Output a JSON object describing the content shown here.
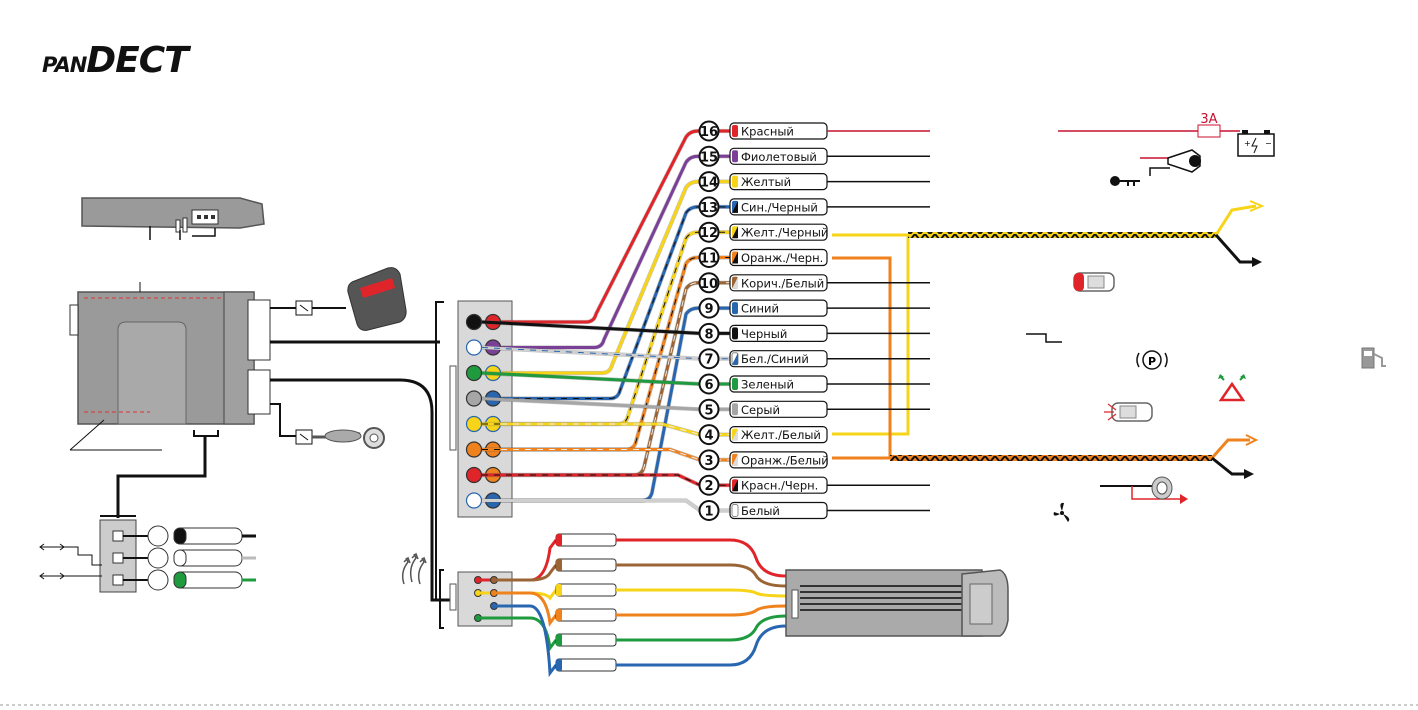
{
  "brand": {
    "logo_part1": "PAN",
    "logo_part2": "DECT"
  },
  "fuse_label": "3A",
  "wires": [
    {
      "n": "16",
      "label": "Красный",
      "color": "#e0252a",
      "stripe": ""
    },
    {
      "n": "15",
      "label": "Фиолетовый",
      "color": "#7b3f98",
      "stripe": ""
    },
    {
      "n": "14",
      "label": "Желтый",
      "color": "#f7d417",
      "stripe": ""
    },
    {
      "n": "13",
      "label": "Син./Черный",
      "color": "#2866b0",
      "stripe": "#111111"
    },
    {
      "n": "12",
      "label": "Желт./Черный",
      "color": "#f7d417",
      "stripe": "#111111"
    },
    {
      "n": "11",
      "label": "Оранж./Черн.",
      "color": "#f0821e",
      "stripe": "#111111"
    },
    {
      "n": "10",
      "label": "Корич./Белый",
      "color": "#9a6434",
      "stripe": "#ffffff"
    },
    {
      "n": "9",
      "label": "Синий",
      "color": "#2866b0",
      "stripe": ""
    },
    {
      "n": "8",
      "label": "Черный",
      "color": "#111111",
      "stripe": ""
    },
    {
      "n": "7",
      "label": "Бел./Синий",
      "color": "#ffffff",
      "stripe": "#2866b0"
    },
    {
      "n": "6",
      "label": "Зеленый",
      "color": "#1f9a3e",
      "stripe": ""
    },
    {
      "n": "5",
      "label": "Серый",
      "color": "#a6a6a6",
      "stripe": ""
    },
    {
      "n": "4",
      "label": "Желт./Белый",
      "color": "#f7d417",
      "stripe": "#ffffff"
    },
    {
      "n": "3",
      "label": "Оранж./Белый",
      "color": "#f0821e",
      "stripe": "#ffffff"
    },
    {
      "n": "2",
      "label": "Красн./Черн.",
      "color": "#e0252a",
      "stripe": "#111111"
    },
    {
      "n": "1",
      "label": "Белый",
      "color": "#ffffff",
      "stripe": ""
    }
  ],
  "connector_pins": [
    [
      "#111111",
      "#e0252a"
    ],
    [
      "#ffffff",
      "#7b3f98"
    ],
    [
      "#1f9a3e",
      "#f7d417"
    ],
    [
      "#a6a6a6",
      "#2866b0"
    ],
    [
      "#f7d417",
      "#f7d417"
    ],
    [
      "#f0821e",
      "#f0821e"
    ],
    [
      "#e0252a",
      "#f0821e"
    ],
    [
      "#ffffff",
      "#2866b0"
    ]
  ],
  "can_wires": [
    "#e0252a",
    "#9a6434",
    "#f7d417",
    "#f0821e",
    "#1f9a3e",
    "#2866b0"
  ],
  "aux_wires": [
    "#111111",
    "#ffffff",
    "#1f9a3e"
  ],
  "icons": {
    "battery": "battery-icon",
    "ignition": "ignition-key-icon",
    "car": "car-icon",
    "parking": "parking-brake-icon",
    "fuel": "fuel-pump-icon",
    "hazard": "hazard-icon",
    "siren": "siren-icon",
    "fan": "fan-icon",
    "antenna": "antenna-icon",
    "module": "alarm-module-icon",
    "remote": "remote-tag-icon",
    "ring": "ground-ring-icon"
  }
}
